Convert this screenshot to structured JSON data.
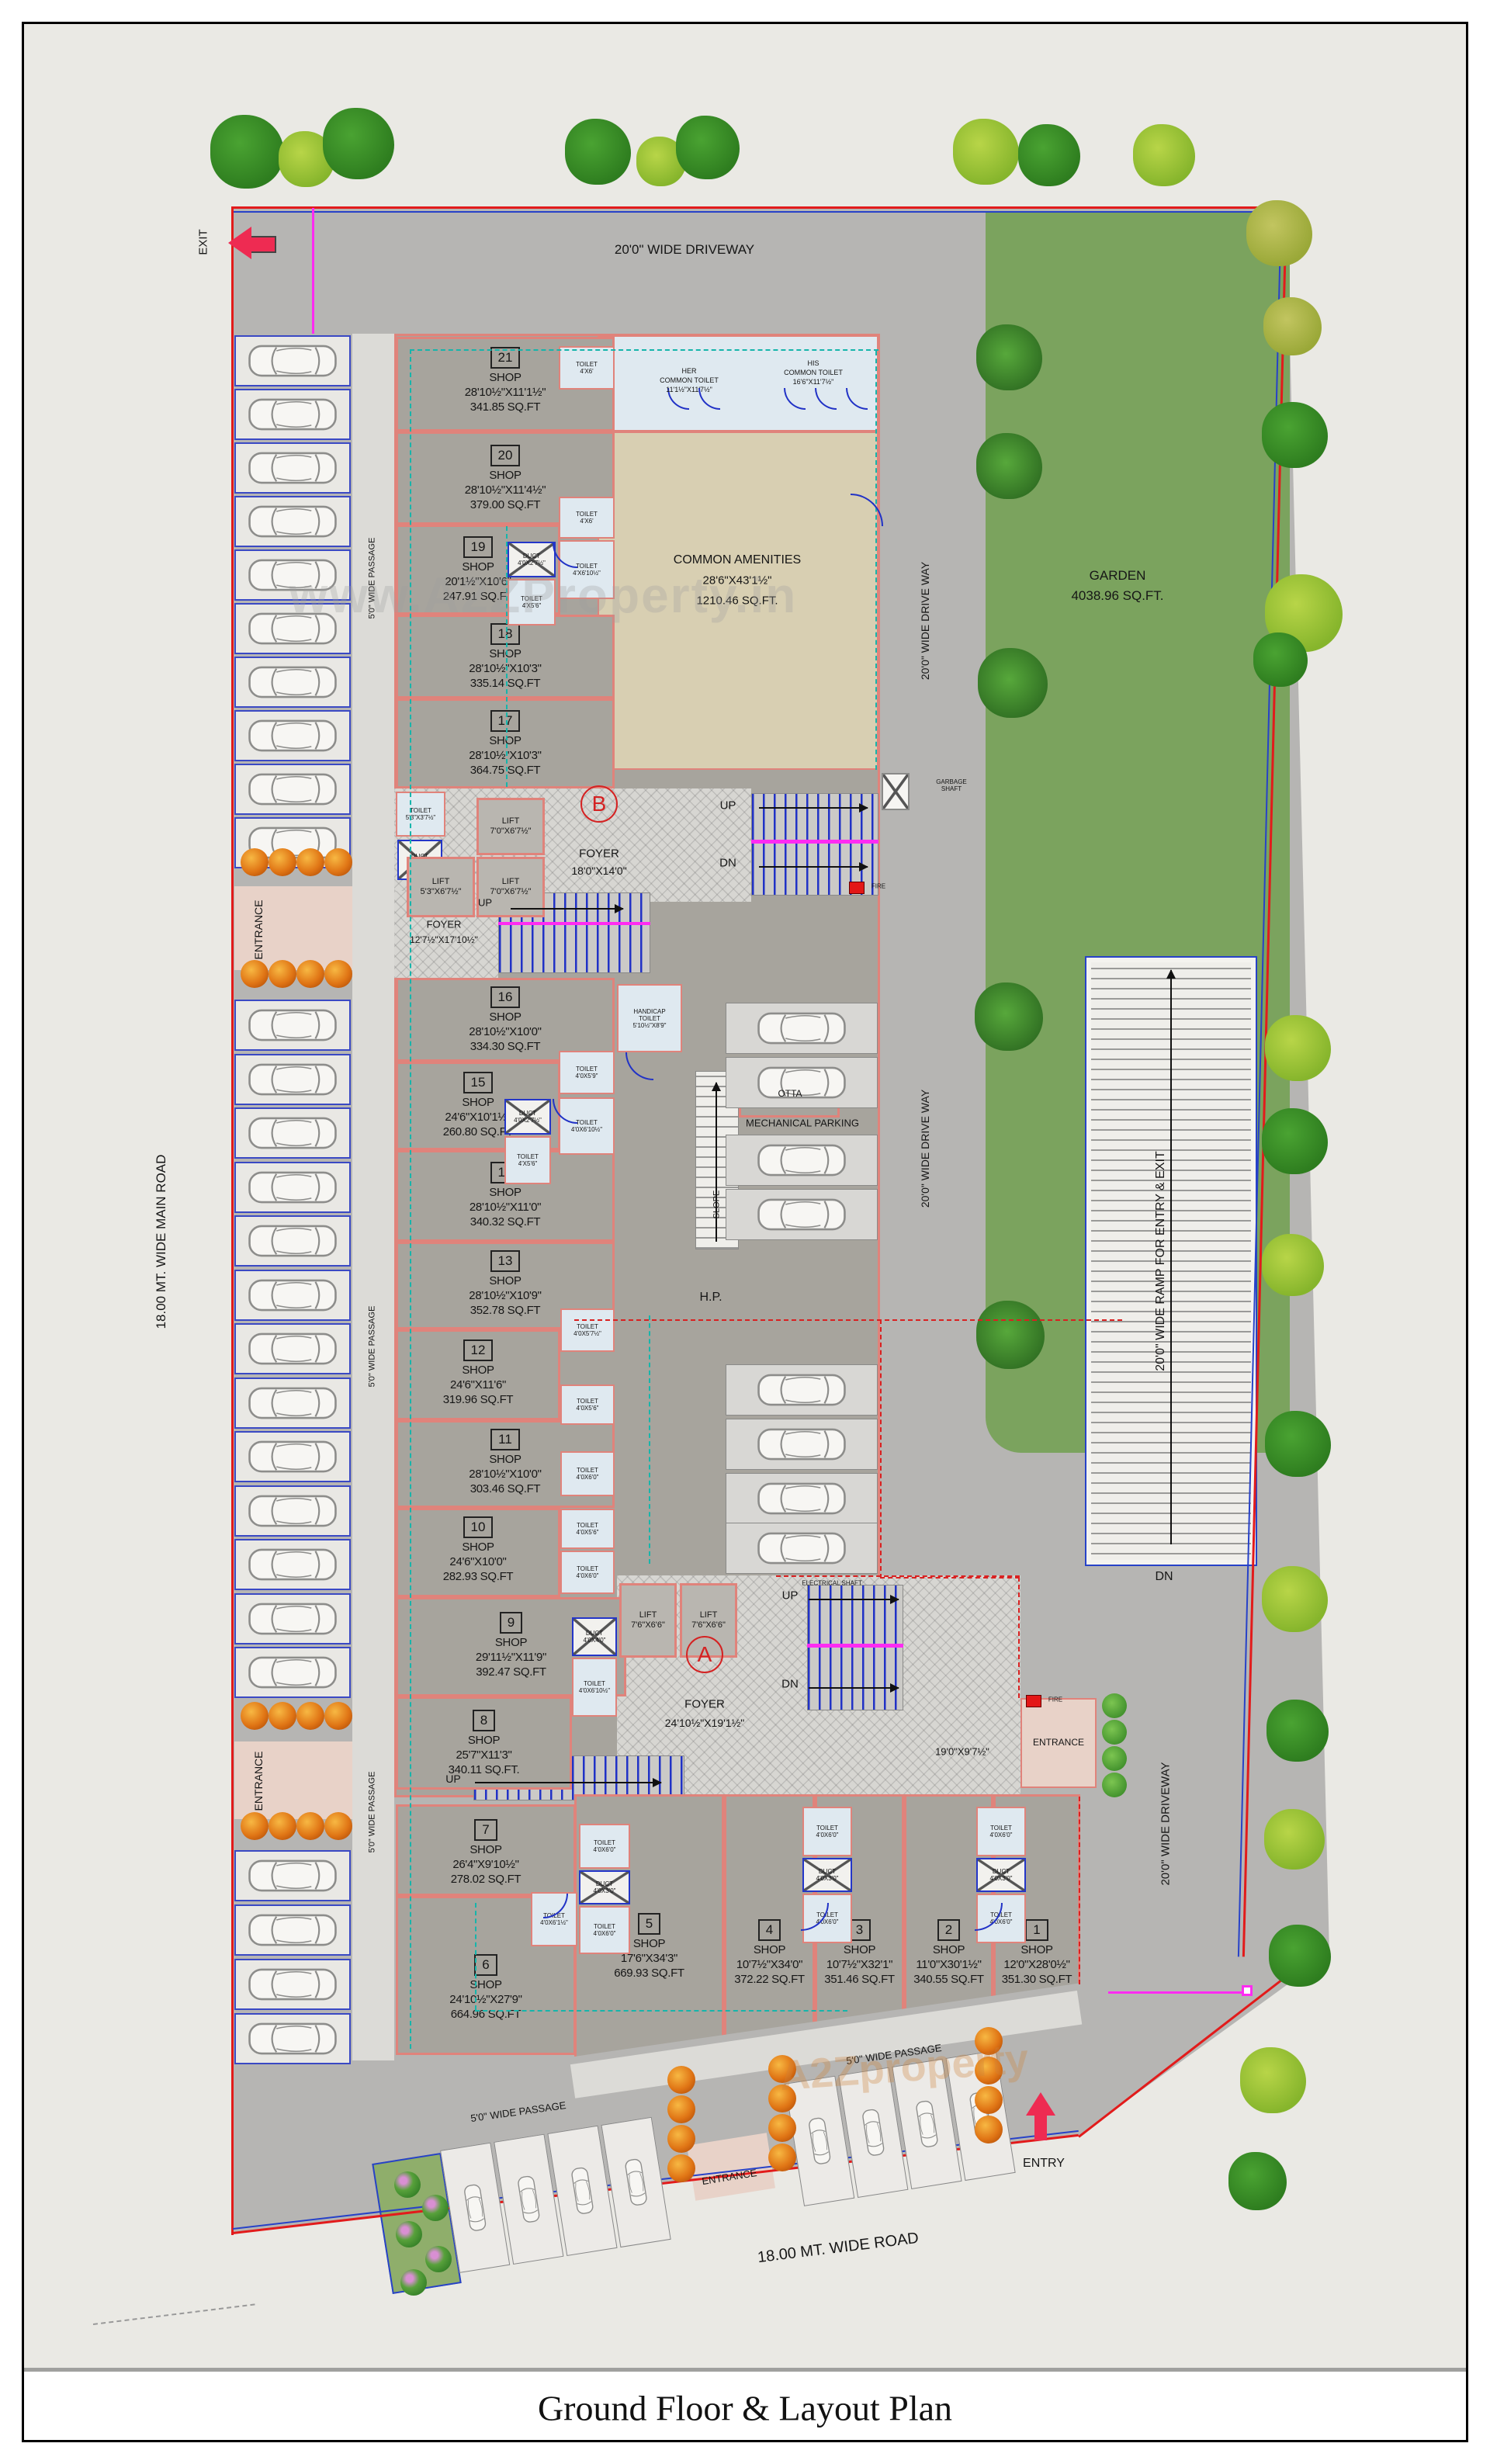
{
  "title": "Ground Floor & Layout Plan",
  "watermark": {
    "main": "www.A2ZProperty.in",
    "bottom": "A2Zproperty"
  },
  "roads": {
    "main_road": "18.00 MT. WIDE MAIN ROAD",
    "bottom_road": "18.00 MT. WIDE ROAD",
    "top_driveway": "20'0\" WIDE DRIVEWAY",
    "right_driveway_upper": "20'0\" WIDE DRIVE WAY",
    "right_driveway_lower": "20'0\" WIDE DRIVE WAY",
    "bottom_right_driveway": "20'0\" WIDE DRIVEWAY",
    "ramp": "20'0\" WIDE RAMP FOR ENTRY & EXIT",
    "passage": "5'0\" WIDE PASSAGE"
  },
  "markers": {
    "exit": "EXIT",
    "entry": "ENTRY",
    "entrance": "ENTRANCE",
    "up": "UP",
    "dn": "DN",
    "hp": "H.P.",
    "otta": "OTTA",
    "slope": "SLOPE",
    "fire": "FIRE",
    "garbage_shaft": "GARBAGE SHAFT",
    "electrical_shaft": "ELECTRICAL SHAFT",
    "mechanical_parking": "MECHANICAL PARKING",
    "porch_dims": "19'0\"X9'7½\""
  },
  "garden": {
    "label": "GARDEN",
    "area": "4038.96 SQ.FT."
  },
  "amenities": {
    "label": "COMMON AMENITIES",
    "dims": "28'6\"X43'1½\"",
    "area": "1210.46 SQ.FT."
  },
  "foyers": {
    "b": {
      "letter": "B",
      "label": "FOYER",
      "dims": "18'0\"X14'0\""
    },
    "a": {
      "letter": "A",
      "label": "FOYER",
      "dims": "24'10½\"X19'1½\""
    },
    "left": {
      "label": "FOYER",
      "dims": "12'7½\"X17'10½\""
    }
  },
  "common_toilets": {
    "her": {
      "line1": "HER",
      "line2": "COMMON TOILET",
      "dims": "11'1½\"X11'7½\""
    },
    "his": {
      "line1": "HIS",
      "line2": "COMMON TOILET",
      "dims": "16'6\"X11'7½\""
    },
    "handicap": {
      "line1": "HANDICAP",
      "line2": "TOILET",
      "dims": "5'10½\"X8'9\""
    }
  },
  "shops": {
    "label": "SHOP",
    "list": [
      {
        "num": "21",
        "dims": "28'10½\"X11'1½\"",
        "area": "341.85 SQ.FT"
      },
      {
        "num": "20",
        "dims": "28'10½\"X11'4½\"",
        "area": "379.00 SQ.FT"
      },
      {
        "num": "19",
        "dims": "20'1½\"X10'6\"",
        "area": "247.91 SQ.FT"
      },
      {
        "num": "18",
        "dims": "28'10½\"X10'3\"",
        "area": "335.14 SQ.FT"
      },
      {
        "num": "17",
        "dims": "28'10½\"X10'3\"",
        "area": "364.75 SQ.FT"
      },
      {
        "num": "16",
        "dims": "28'10½\"X10'0\"",
        "area": "334.30 SQ.FT"
      },
      {
        "num": "15",
        "dims": "24'6\"X10'1½\"",
        "area": "260.80 SQ.FT"
      },
      {
        "num": "14",
        "dims": "28'10½\"X11'0\"",
        "area": "340.32 SQ.FT"
      },
      {
        "num": "13",
        "dims": "28'10½\"X10'9\"",
        "area": "352.78 SQ.FT"
      },
      {
        "num": "12",
        "dims": "24'6\"X11'6\"",
        "area": "319.96 SQ.FT"
      },
      {
        "num": "11",
        "dims": "28'10½\"X10'0\"",
        "area": "303.46 SQ.FT"
      },
      {
        "num": "10",
        "dims": "24'6\"X10'0\"",
        "area": "282.93 SQ.FT"
      },
      {
        "num": "9",
        "dims": "29'11½\"X11'9\"",
        "area": "392.47 SQ.FT"
      },
      {
        "num": "8",
        "dims": "25'7\"X11'3\"",
        "area": "340.11 SQ.FT."
      },
      {
        "num": "7",
        "dims": "26'4\"X9'10½\"",
        "area": "278.02 SQ.FT"
      },
      {
        "num": "6",
        "dims": "24'10½\"X27'9\"",
        "area": "664.96 SQ.FT"
      },
      {
        "num": "5",
        "dims": "17'6\"X34'3\"",
        "area": "669.93 SQ.FT"
      },
      {
        "num": "4",
        "dims": "10'7½\"X34'0\"",
        "area": "372.22 SQ.FT"
      },
      {
        "num": "3",
        "dims": "10'7½\"X32'1\"",
        "area": "351.46 SQ.FT"
      },
      {
        "num": "2",
        "dims": "11'0\"X30'1½\"",
        "area": "340.55 SQ.FT"
      },
      {
        "num": "1",
        "dims": "12'0\"X28'0½\"",
        "area": "351.30 SQ.FT"
      }
    ]
  },
  "lifts": [
    {
      "label": "LIFT",
      "dims": "7'0\"X6'7½\""
    },
    {
      "label": "LIFT",
      "dims": "5'3\"X6'7½\""
    },
    {
      "label": "LIFT",
      "dims": "7'0\"X6'7½\""
    },
    {
      "label": "LIFT",
      "dims": "7'6\"X6'6\""
    },
    {
      "label": "LIFT",
      "dims": "7'6\"X6'6\""
    }
  ],
  "rooms": [
    {
      "label": "TOILET",
      "dims": "4'X6'"
    },
    {
      "label": "TOILET",
      "dims": "4'X6'"
    },
    {
      "label": "DUCT",
      "dims": "4'0X2'7½\""
    },
    {
      "label": "TOILET",
      "dims": "4'X6'10½\""
    },
    {
      "label": "TOILET",
      "dims": "4'X5'6\""
    },
    {
      "label": "TOILET",
      "dims": "5'3\"X3'7½\""
    },
    {
      "label": "DUCT",
      "dims": "3'0\"X3'0"
    },
    {
      "label": "TOILET",
      "dims": "4'0X5'9\""
    },
    {
      "label": "DUCT",
      "dims": "4'0X2'7½\""
    },
    {
      "label": "TOILET",
      "dims": "4'0X6'10½\""
    },
    {
      "label": "TOILET",
      "dims": "4'X5'6\""
    },
    {
      "label": "TOILET",
      "dims": "4'0X5'7½\""
    },
    {
      "label": "TOILET",
      "dims": "4'0X5'6\""
    },
    {
      "label": "TOILET",
      "dims": "4'0X6'0\""
    },
    {
      "label": "TOILET",
      "dims": "4'0X5'6\""
    },
    {
      "label": "TOILET",
      "dims": "4'0X6'0\""
    },
    {
      "label": "DUCT",
      "dims": "4'0X4'0\""
    },
    {
      "label": "TOILET",
      "dims": "4'0X6'10½\""
    },
    {
      "label": "TOILET",
      "dims": "4'0X6'0\""
    },
    {
      "label": "DUCT",
      "dims": "4'0X3'0\""
    },
    {
      "label": "TOILET",
      "dims": "4'0X6'1½\""
    },
    {
      "label": "TOILET",
      "dims": "4'0X6'0\""
    },
    {
      "label": "TOILET",
      "dims": "4'0X6'0\""
    },
    {
      "label": "DUCT",
      "dims": "4'0X3'0\""
    },
    {
      "label": "TOILET",
      "dims": "4'0X6'0\""
    },
    {
      "label": "TOILET",
      "dims": "4'0X6'0\""
    },
    {
      "label": "DUCT",
      "dims": "4'0X3'0\""
    },
    {
      "label": "TOILET",
      "dims": "4'0X6'0\""
    }
  ]
}
